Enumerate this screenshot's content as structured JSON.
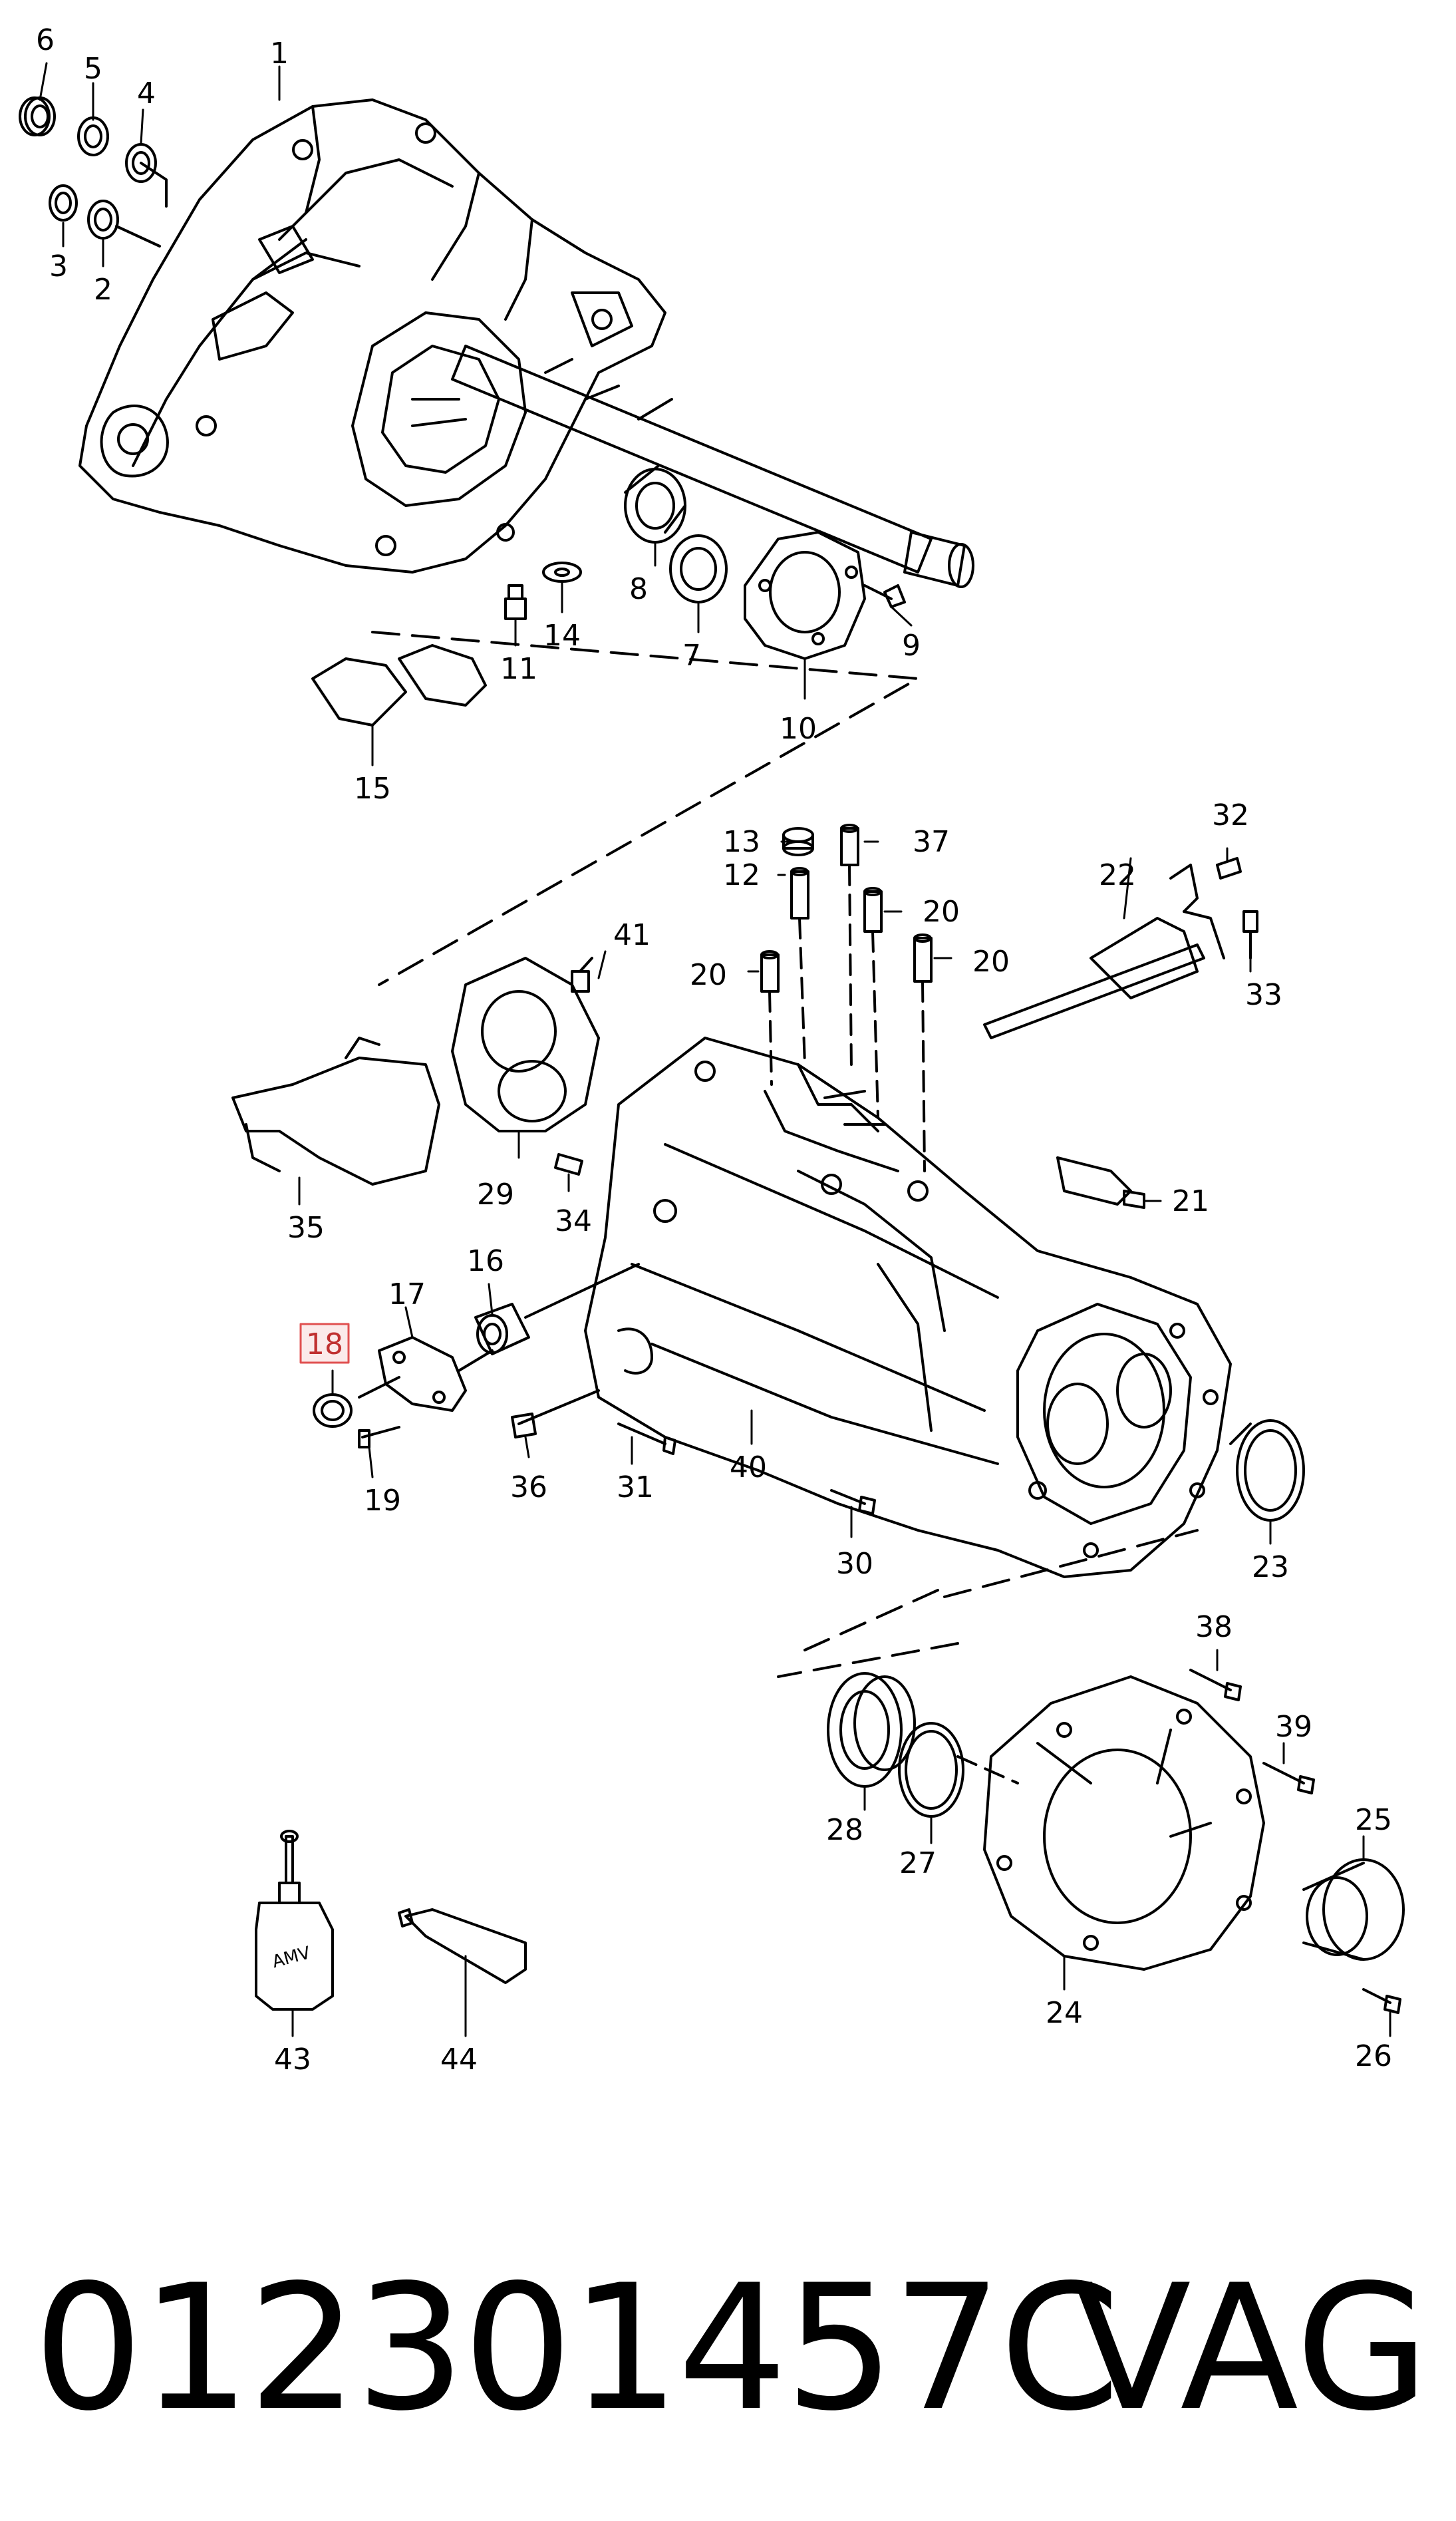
{
  "highlight_color": "#e05050",
  "highlighted_part": "18",
  "callouts": [
    {
      "id": "c1",
      "label": "1"
    },
    {
      "id": "c2",
      "label": "2"
    },
    {
      "id": "c3",
      "label": "3"
    },
    {
      "id": "c4",
      "label": "4"
    },
    {
      "id": "c5",
      "label": "5"
    },
    {
      "id": "c6",
      "label": "6"
    },
    {
      "id": "c7",
      "label": "7"
    },
    {
      "id": "c8",
      "label": "8"
    },
    {
      "id": "c9",
      "label": "9"
    },
    {
      "id": "c10",
      "label": "10"
    },
    {
      "id": "c11",
      "label": "11"
    },
    {
      "id": "c12",
      "label": "12"
    },
    {
      "id": "c13",
      "label": "13"
    },
    {
      "id": "c14",
      "label": "14"
    },
    {
      "id": "c15",
      "label": "15"
    },
    {
      "id": "c16",
      "label": "16"
    },
    {
      "id": "c17",
      "label": "17"
    },
    {
      "id": "c18",
      "label": "18"
    },
    {
      "id": "c19",
      "label": "19"
    },
    {
      "id": "c20a",
      "label": "20"
    },
    {
      "id": "c20b",
      "label": "20"
    },
    {
      "id": "c20c",
      "label": "20"
    },
    {
      "id": "c21",
      "label": "21"
    },
    {
      "id": "c22",
      "label": "22"
    },
    {
      "id": "c23",
      "label": "23"
    },
    {
      "id": "c24",
      "label": "24"
    },
    {
      "id": "c25",
      "label": "25"
    },
    {
      "id": "c26",
      "label": "26"
    },
    {
      "id": "c27",
      "label": "27"
    },
    {
      "id": "c28",
      "label": "28"
    },
    {
      "id": "c29",
      "label": "29"
    },
    {
      "id": "c30",
      "label": "30"
    },
    {
      "id": "c31",
      "label": "31"
    },
    {
      "id": "c32",
      "label": "32"
    },
    {
      "id": "c33",
      "label": "33"
    },
    {
      "id": "c34",
      "label": "34"
    },
    {
      "id": "c35",
      "label": "35"
    },
    {
      "id": "c36",
      "label": "36"
    },
    {
      "id": "c37",
      "label": "37"
    },
    {
      "id": "c38",
      "label": "38"
    },
    {
      "id": "c39",
      "label": "39"
    },
    {
      "id": "c40",
      "label": "40"
    },
    {
      "id": "c41",
      "label": "41"
    },
    {
      "id": "c43",
      "label": "43"
    },
    {
      "id": "c44",
      "label": "44"
    }
  ],
  "bottle_text": "AMV",
  "part_number": "012301457C",
  "brand": "VAG"
}
